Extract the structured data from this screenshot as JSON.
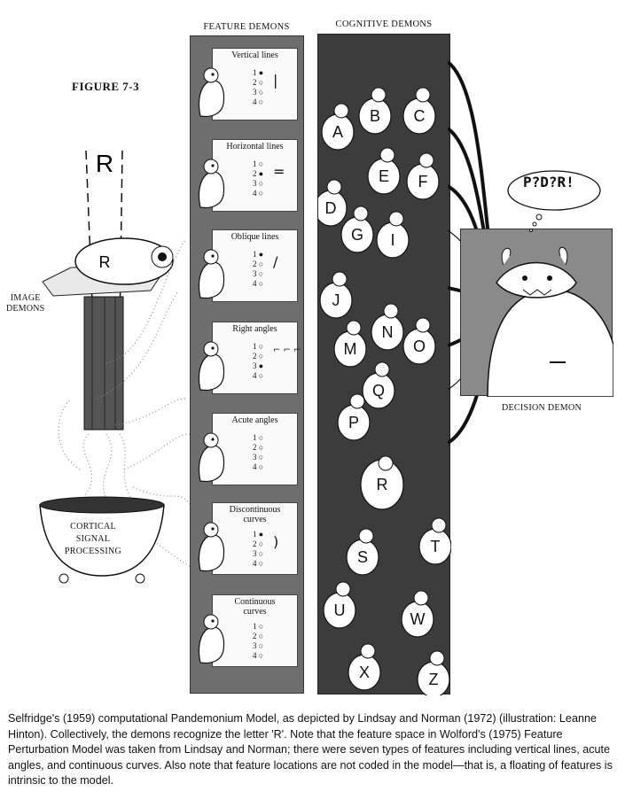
{
  "figure_label": "FIGURE 7-3",
  "feature_header": "FEATURE DEMONS",
  "cognitive_header": "COGNITIVE DEMONS",
  "image_demons_label": [
    "IMAGE",
    "DEMONS"
  ],
  "cortical_label": [
    "CORTICAL",
    "SIGNAL",
    "PROCESSING"
  ],
  "decision_label": "DECISION DEMON",
  "decision_guess": "P?D?R!",
  "input_letter": "R",
  "feature_demons": [
    {
      "title": [
        "Vertical lines"
      ],
      "filled": [
        1
      ],
      "glyph": "|"
    },
    {
      "title": [
        "Horizontal lines"
      ],
      "filled": [
        2
      ],
      "glyph": "="
    },
    {
      "title": [
        "Oblique lines"
      ],
      "filled": [
        1
      ],
      "glyph": "/"
    },
    {
      "title": [
        "Right angles"
      ],
      "filled": [
        3
      ],
      "glyph": "⌐ ⌐ ⌐"
    },
    {
      "title": [
        "Acute angles"
      ],
      "filled": [],
      "glyph": ""
    },
    {
      "title": [
        "Discontinuous",
        "curves"
      ],
      "filled": [
        1
      ],
      "glyph": ")"
    },
    {
      "title": [
        "Continuous",
        "curves"
      ],
      "filled": [],
      "glyph": ""
    }
  ],
  "option_numbers": [
    "1",
    "2",
    "3",
    "4"
  ],
  "cognitive_letters": [
    "A",
    "B",
    "C",
    "D",
    "E",
    "F",
    "G",
    "I",
    "J",
    "M",
    "N",
    "O",
    "P",
    "Q",
    "R",
    "S",
    "T",
    "U",
    "W",
    "X",
    "Z"
  ],
  "caption": "Selfridge's (1959) computational Pandemonium Model, as depicted by Lindsay and Norman (1972) (illustration: Leanne Hinton). Collectively, the demons recognize the letter 'R'. Note that the feature space in Wolford's (1975) Feature Perturbation Model was taken from Lindsay and Norman; there were seven types of features including vertical lines, acute angles, and continuous curves. Also note that feature locations are not coded in the model—that is, a floating of features is intrinsic to the model."
}
